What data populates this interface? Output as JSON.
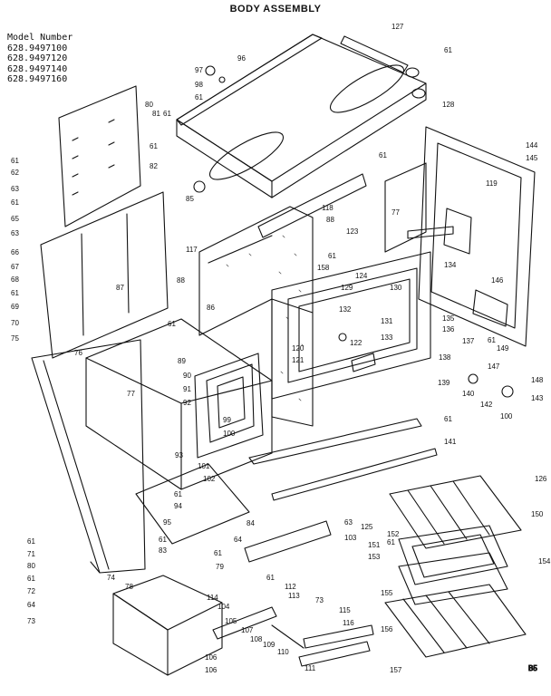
{
  "header": {
    "title": "BODY ASSEMBLY",
    "model_label": "Model Number",
    "models": [
      "628.9497100",
      "628.9497120",
      "628.9497140",
      "628.9497160"
    ]
  },
  "corner_label": "B5",
  "colors": {
    "ink": "#111111",
    "paper": "#ffffff",
    "stipple": "#555555"
  },
  "callouts": [
    "127",
    "61",
    "96",
    "97",
    "98",
    "61",
    "128",
    "80",
    "81",
    "61",
    "61",
    "82",
    "85",
    "61",
    "62",
    "63",
    "61",
    "65",
    "63",
    "66",
    "67",
    "68",
    "61",
    "69",
    "70",
    "75",
    "87",
    "88",
    "61",
    "86",
    "117",
    "118",
    "88",
    "123",
    "61",
    "77",
    "144",
    "145",
    "119",
    "61",
    "158",
    "124",
    "129",
    "130",
    "134",
    "146",
    "89",
    "76",
    "77",
    "90",
    "91",
    "92",
    "99",
    "100",
    "93",
    "101",
    "102",
    "120",
    "121",
    "132",
    "131",
    "122",
    "133",
    "135",
    "136",
    "137",
    "61",
    "138",
    "147",
    "148",
    "139",
    "140",
    "142",
    "100",
    "143",
    "149",
    "61",
    "141",
    "61",
    "94",
    "95",
    "61",
    "83",
    "84",
    "64",
    "63",
    "125",
    "152",
    "61",
    "61",
    "103",
    "126",
    "150",
    "151",
    "153",
    "154",
    "61",
    "71",
    "80",
    "61",
    "72",
    "64",
    "73",
    "74",
    "78",
    "79",
    "61",
    "112",
    "113",
    "114",
    "104",
    "105",
    "107",
    "108",
    "109",
    "110",
    "111",
    "73",
    "115",
    "116",
    "155",
    "156",
    "157",
    "106",
    "106"
  ]
}
